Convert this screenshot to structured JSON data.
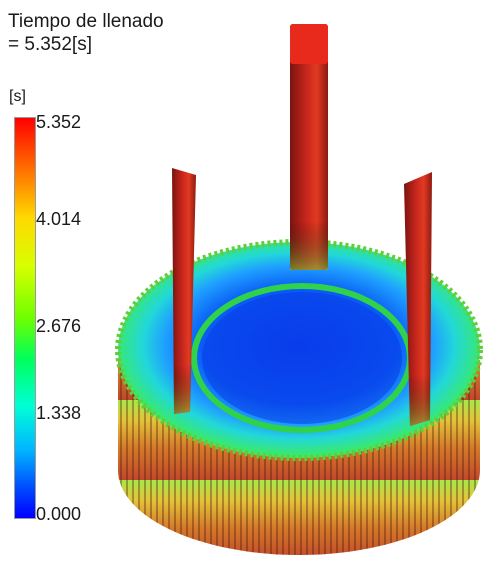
{
  "result": {
    "title": "Tiempo de llenado",
    "value_line": "= 5.352[s]"
  },
  "legend": {
    "unit": "[s]",
    "ticks": [
      "5.352",
      "4.014",
      "2.676",
      "1.338",
      "0.000"
    ],
    "gradient_top_color": "#ff0000",
    "gradient_bottom_color": "#0000ff"
  }
}
